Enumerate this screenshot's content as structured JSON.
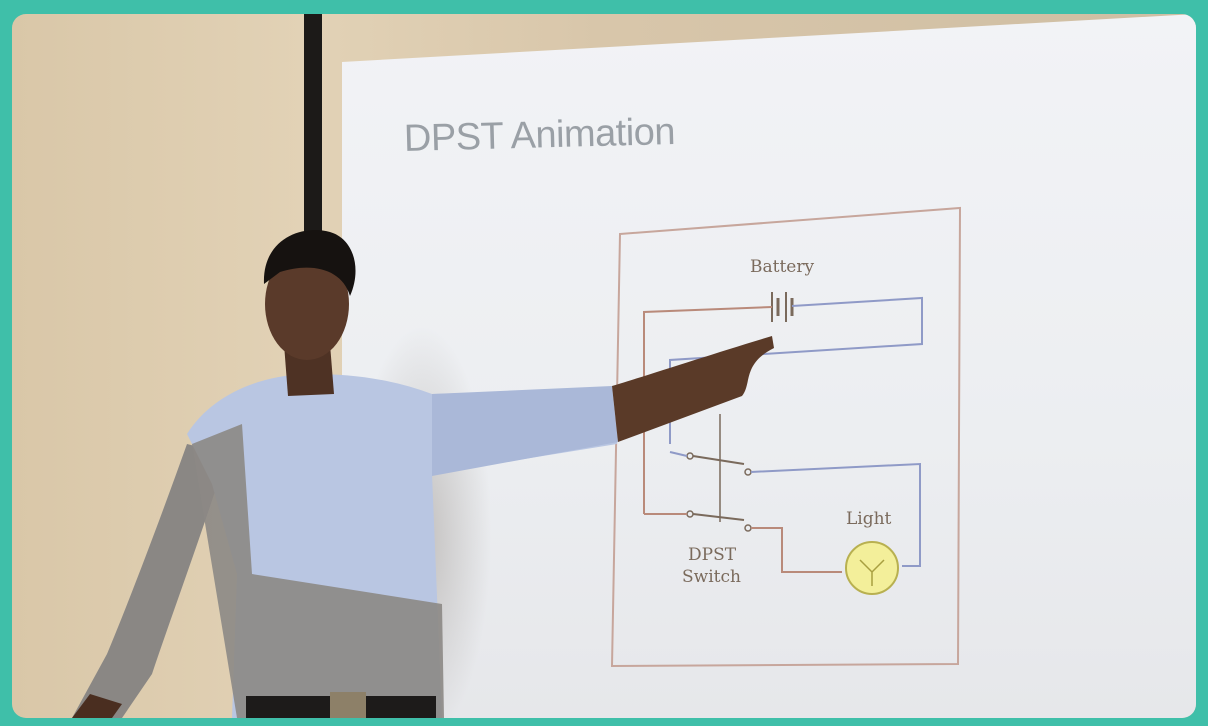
{
  "slide": {
    "title": "DPST Animation"
  },
  "diagram": {
    "battery_label": "Battery",
    "light_label": "Light",
    "switch_label_line1": "DPST",
    "switch_label_line2": "Switch"
  },
  "colors": {
    "frame": "#3fbfa9",
    "wall": "#d9c7a8",
    "screen": "#eef0f3",
    "wire_red": "#b98a7a",
    "wire_blue": "#8f9ac7",
    "bulb": "#f3ef9a"
  }
}
